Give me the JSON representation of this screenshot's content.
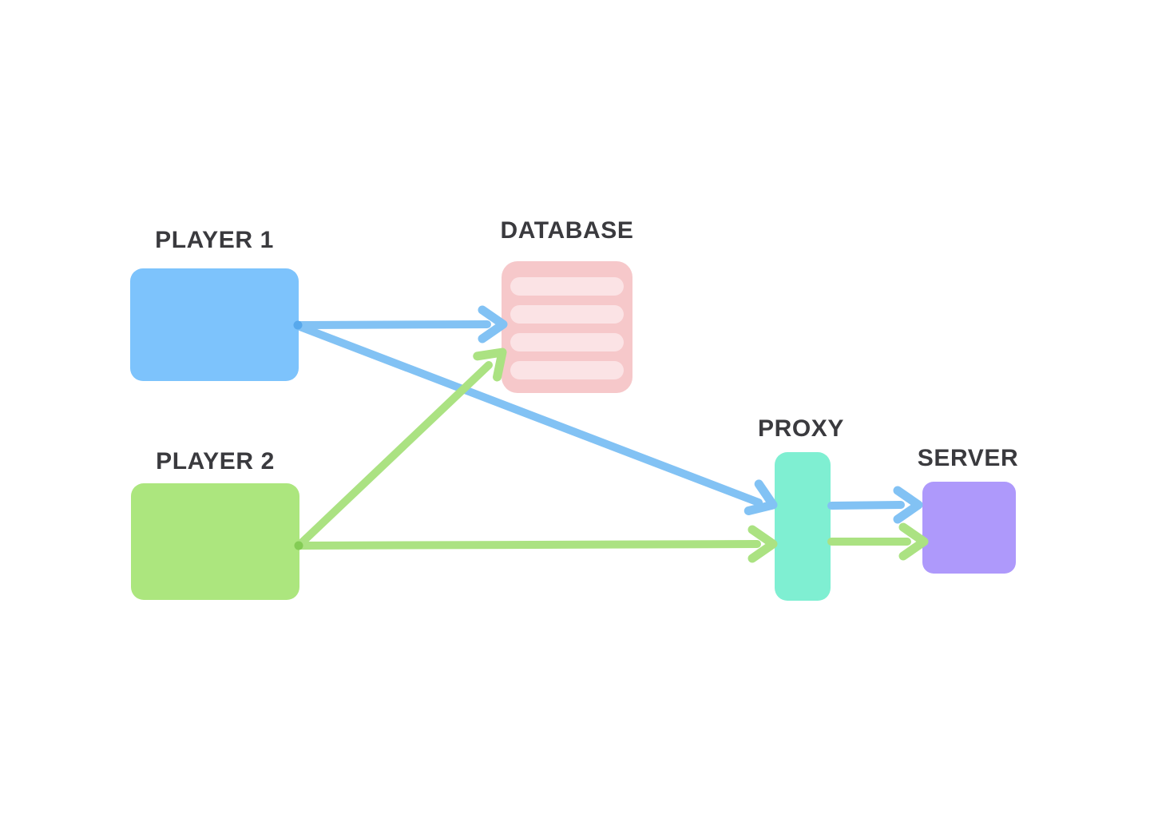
{
  "diagram": {
    "background": "#FFFFFF",
    "text_color": "#3A3A3E",
    "labels": {
      "player1": "PLAYER 1",
      "player2": "PLAYER 2",
      "database": "DATABASE",
      "proxy": "PROXY",
      "server": "SERVER"
    },
    "nodes": [
      {
        "id": "player1",
        "label": "PLAYER 1",
        "shape": "rounded-rect",
        "color": "#7DC3FC"
      },
      {
        "id": "player2",
        "label": "PLAYER 2",
        "shape": "rounded-rect",
        "color": "#ACE67E"
      },
      {
        "id": "database",
        "label": "DATABASE",
        "shape": "rounded-rect-with-rows",
        "color": "#F6C8CA",
        "row_color": "#FBE3E5",
        "row_count": 4
      },
      {
        "id": "proxy",
        "label": "PROXY",
        "shape": "tall-rounded-rect",
        "color": "#7FEFD2"
      },
      {
        "id": "server",
        "label": "SERVER",
        "shape": "rounded-rect",
        "color": "#AE99FB"
      }
    ],
    "edges": [
      {
        "from": "player1",
        "to": "database",
        "color": "#82C2F4",
        "style": "arrow"
      },
      {
        "from": "player1",
        "to": "proxy",
        "color": "#82C2F4",
        "style": "arrow"
      },
      {
        "from": "player2",
        "to": "database",
        "color": "#ABE282",
        "style": "arrow"
      },
      {
        "from": "player2",
        "to": "proxy",
        "color": "#ABE282",
        "style": "arrow"
      },
      {
        "from": "proxy",
        "to": "server",
        "color": "#82C2F4",
        "style": "arrow"
      },
      {
        "from": "proxy",
        "to": "server",
        "color": "#ABE282",
        "style": "arrow"
      }
    ]
  }
}
